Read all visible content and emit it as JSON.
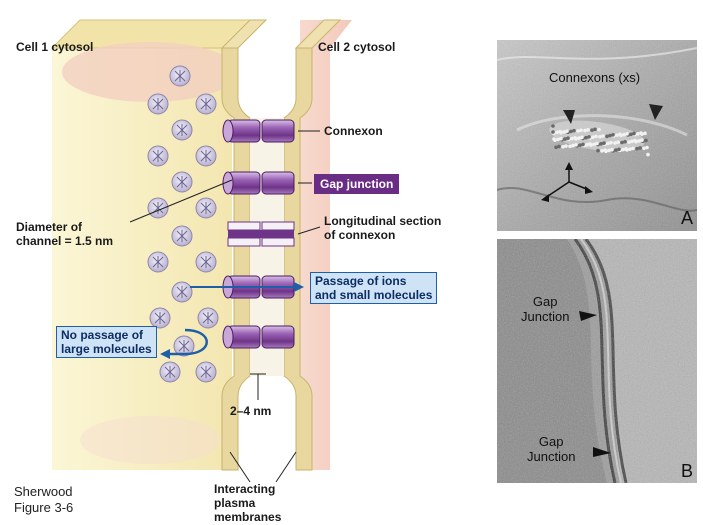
{
  "diagram": {
    "cell1_label": "Cell 1 cytosol",
    "cell2_label": "Cell 2 cytosol",
    "connexon_label": "Connexon",
    "gap_junction_label": "Gap junction",
    "diameter_label_line1": "Diameter of",
    "diameter_label_line2": "channel = 1.5 nm",
    "longitudinal_line1": "Longitudinal section",
    "longitudinal_line2": "of connexon",
    "passage_line1": "Passage of ions",
    "passage_line2": "and small molecules",
    "no_passage_line1": "No passage of",
    "no_passage_line2": "large molecules",
    "gap_width_label": "2–4 nm",
    "membranes_line1": "Interacting",
    "membranes_line2": "plasma",
    "membranes_line3": "membranes",
    "credit_line1": "Sherwood",
    "credit_line2": "Figure 3-6",
    "colors": {
      "cytosol": "#f7efc0",
      "membrane": "#e7d49a",
      "connexon": "#8a4fa0",
      "gap_junction_box": "#6a2d86",
      "info_box": "#cfe3f7",
      "arrow": "#1e5fa8"
    }
  },
  "micrograph_a": {
    "label": "Connexons (xs)",
    "panel_letter": "A"
  },
  "micrograph_b": {
    "label_top_line1": "Gap",
    "label_top_line2": "Junction",
    "label_bottom_line1": "Gap",
    "label_bottom_line2": "Junction",
    "panel_letter": "B"
  }
}
